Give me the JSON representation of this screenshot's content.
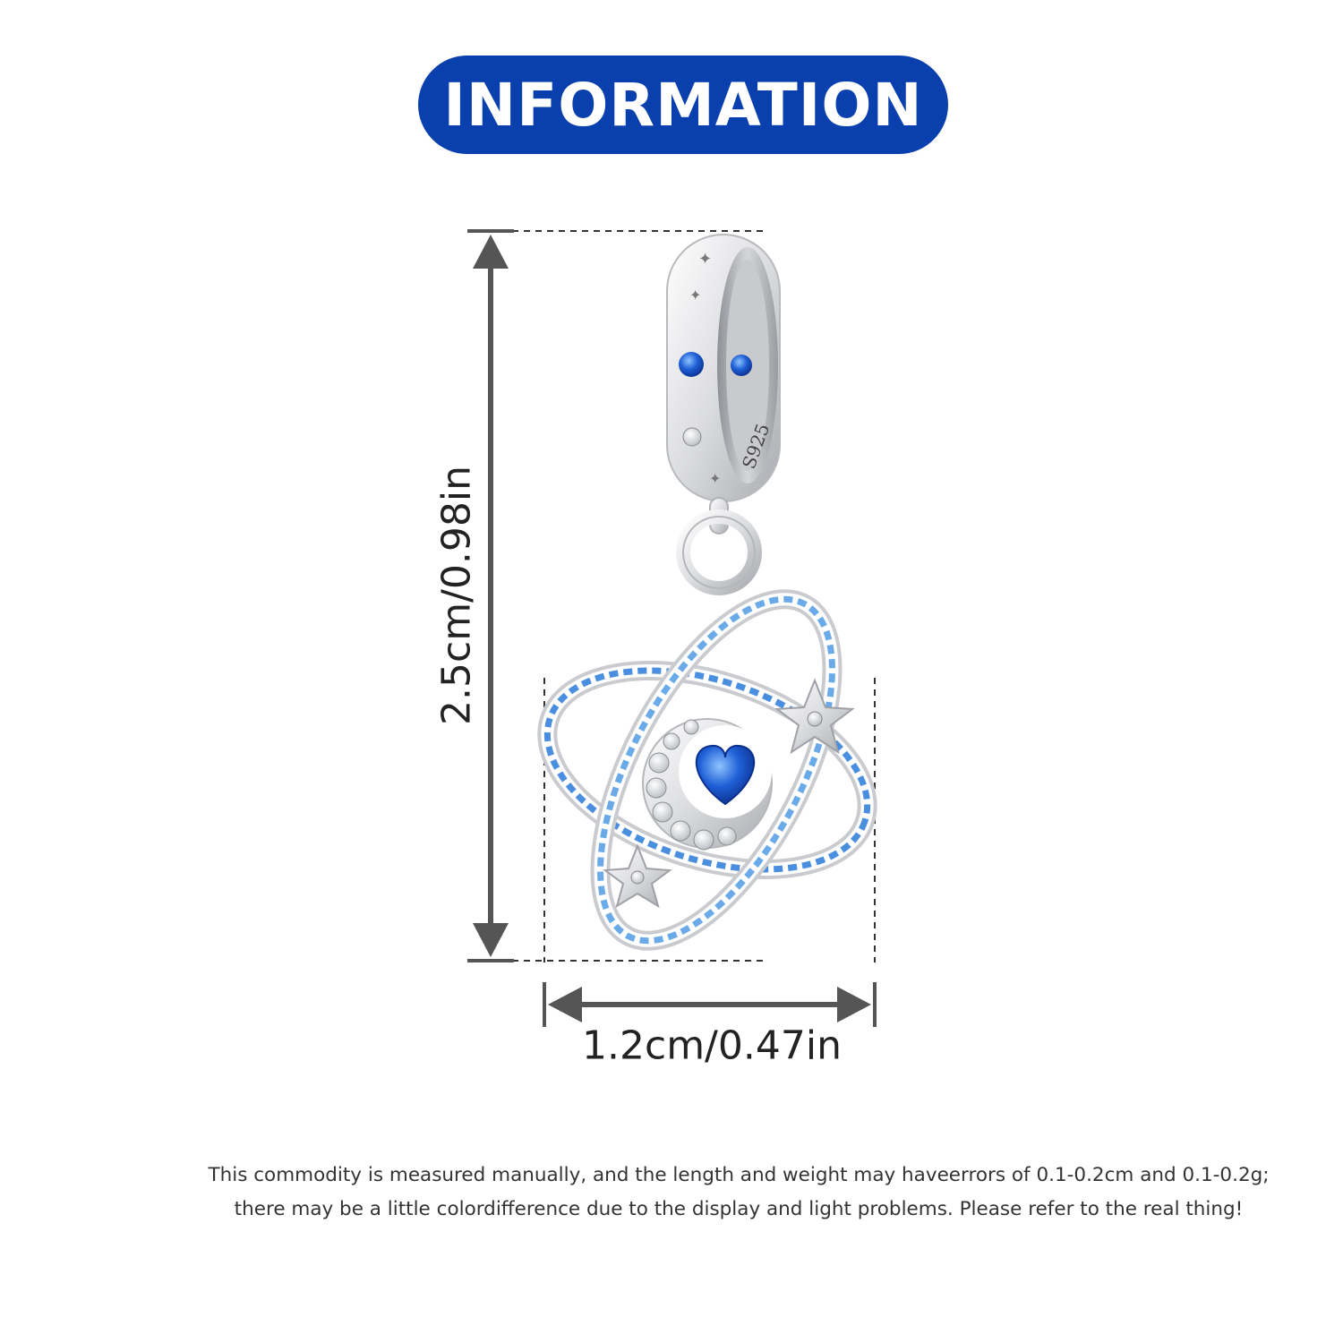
{
  "header": {
    "title": "INFORMATION",
    "color": "#0a3fae"
  },
  "product": {
    "name_icon": "celestial-orbit-dangle-charm",
    "bail_stamp": "S925",
    "center_stone": "blue-heart-gem"
  },
  "dimensions": {
    "height_label": "2.5cm/0.98in",
    "width_label": "1.2cm/0.47in"
  },
  "disclaimer": {
    "line1": "This commodity is measured manually, and the length and weight may haveerrors of 0.1-0.2cm and 0.1-0.2g;",
    "line2": "there may be a little colordifference due to the display and light problems. Please refer to the real thing!"
  }
}
